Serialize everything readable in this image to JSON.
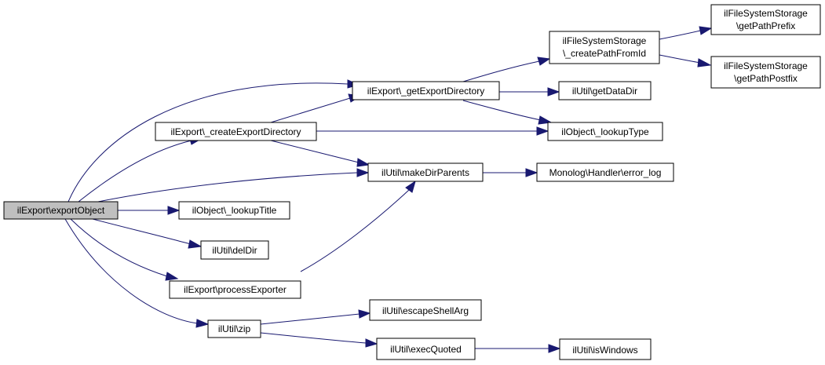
{
  "graph": {
    "edge_color": "#191970",
    "root_fill": "#bfbfbf",
    "nodes": {
      "exportObject": [
        "ilExport\\exportObject"
      ],
      "createExportDirectory": [
        "ilExport\\_createExportDirectory"
      ],
      "lookupTitle": [
        "ilObject\\_lookupTitle"
      ],
      "delDir": [
        "ilUtil\\delDir"
      ],
      "processExporter": [
        "ilExport\\processExporter"
      ],
      "zip": [
        "ilUtil\\zip"
      ],
      "getExportDirectory": [
        "ilExport\\_getExportDirectory"
      ],
      "makeDirParents": [
        "ilUtil\\makeDirParents"
      ],
      "escapeShellArg": [
        "ilUtil\\escapeShellArg"
      ],
      "execQuoted": [
        "ilUtil\\execQuoted"
      ],
      "createPathFromId": [
        "ilFileSystemStorage",
        "\\_createPathFromId"
      ],
      "getDataDir": [
        "ilUtil\\getDataDir"
      ],
      "lookupType": [
        "ilObject\\_lookupType"
      ],
      "errorLog": [
        "Monolog\\Handler\\error_log"
      ],
      "isWindows": [
        "ilUtil\\isWindows"
      ],
      "getPathPrefix": [
        "ilFileSystemStorage",
        "\\getPathPrefix"
      ],
      "getPathPostfix": [
        "ilFileSystemStorage",
        "\\getPathPostfix"
      ]
    }
  }
}
